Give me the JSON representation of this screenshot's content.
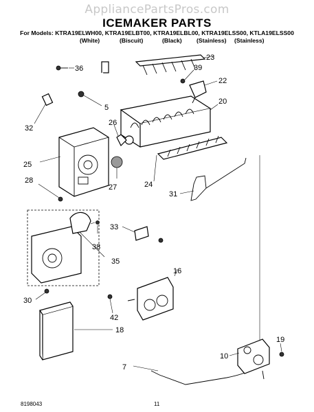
{
  "watermark": "AppliancePartsPros.com",
  "title": "ICEMAKER PARTS",
  "models_line": "For Models: KTRA19ELWH00, KTRA19ELBT00, KTRA19ELBL00, KTRA19ELSS00, KTLA19ELSS00",
  "color_labels": [
    "(White)",
    "(Biscuit)",
    "(Black)",
    "(Stainless)",
    "(Stainless)"
  ],
  "callouts": {
    "c36": "36",
    "c5": "5",
    "c32": "32",
    "c23": "23",
    "c39": "39",
    "c22": "22",
    "c20": "20",
    "c26": "26",
    "c25": "25",
    "c28": "28",
    "c27": "27",
    "c24": "24",
    "c31": "31",
    "c33": "33",
    "c38": "38",
    "c35": "35",
    "c30": "30",
    "c16": "16",
    "c42": "42",
    "c18": "18",
    "c19": "19",
    "c10": "10",
    "c7": "7"
  },
  "footer": {
    "doc_number": "8198043",
    "page_number": "11"
  }
}
